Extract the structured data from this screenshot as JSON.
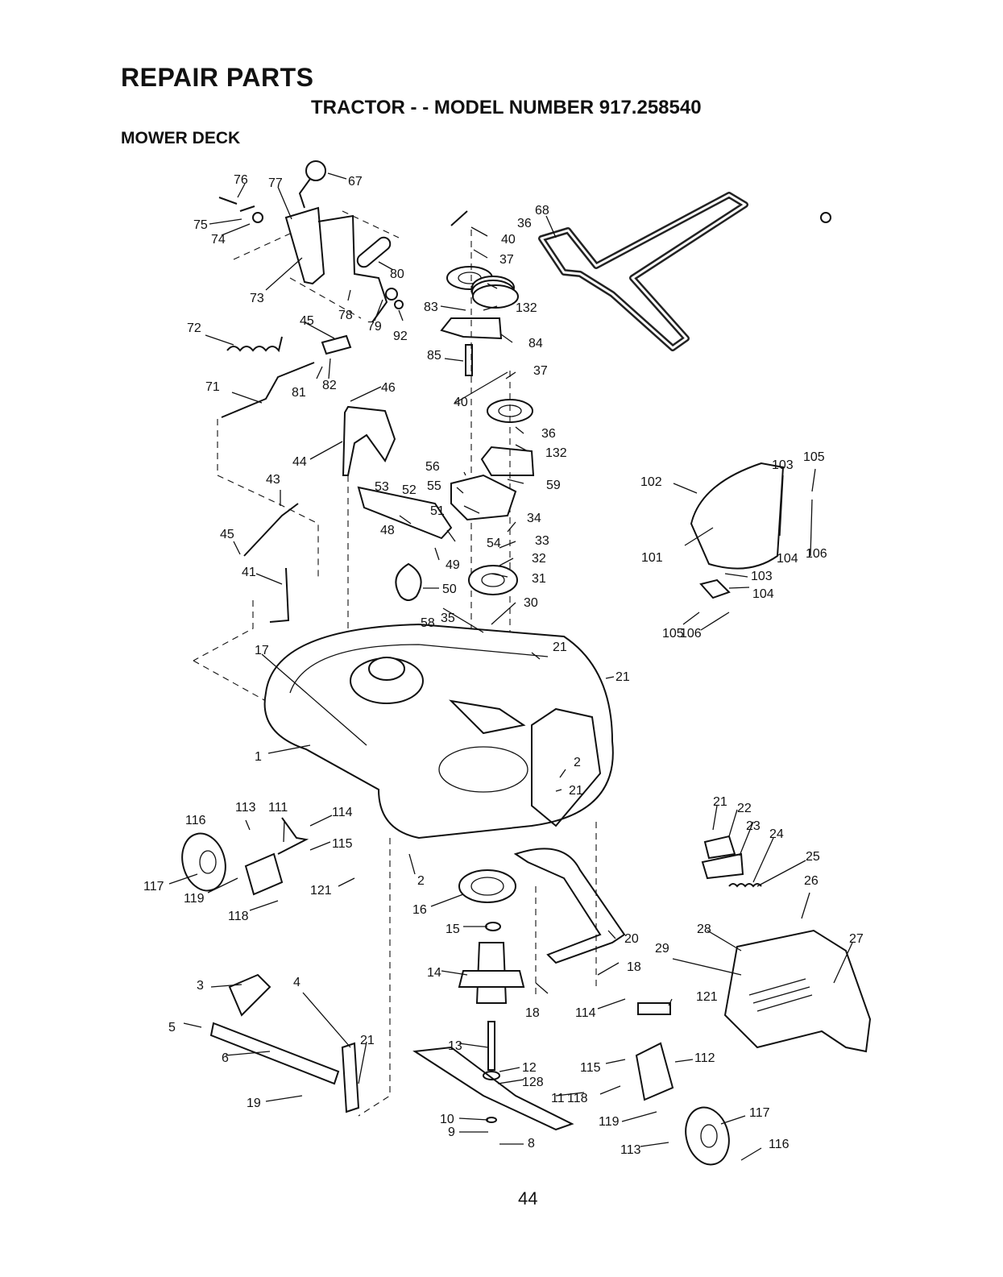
{
  "header": {
    "title": "REPAIR PARTS",
    "subtitle": "TRACTOR - - MODEL NUMBER 917.258540",
    "section": "MOWER DECK"
  },
  "footer": {
    "page_number": "44"
  },
  "callouts": [
    "76",
    "77",
    "67",
    "75",
    "74",
    "73",
    "80",
    "78",
    "79",
    "92",
    "72",
    "45",
    "81",
    "82",
    "71",
    "46",
    "44",
    "43",
    "45",
    "41",
    "17",
    "1",
    "68",
    "40",
    "37",
    "36",
    "83",
    "132",
    "84",
    "85",
    "37",
    "40",
    "36",
    "132",
    "56",
    "59",
    "55",
    "53",
    "52",
    "51",
    "34",
    "48",
    "54",
    "33",
    "32",
    "49",
    "50",
    "31",
    "58",
    "35",
    "30",
    "21",
    "21",
    "2",
    "21",
    "103",
    "105",
    "102",
    "104",
    "106",
    "101",
    "103",
    "104",
    "105",
    "106",
    "113",
    "111",
    "116",
    "114",
    "115",
    "117",
    "119",
    "121",
    "118",
    "2",
    "16",
    "15",
    "20",
    "14",
    "18",
    "18",
    "114",
    "121",
    "21",
    "22",
    "23",
    "24",
    "25",
    "26",
    "28",
    "27",
    "29",
    "3",
    "4",
    "5",
    "21",
    "6",
    "13",
    "12",
    "128",
    "115",
    "112",
    "11",
    "118",
    "19",
    "10",
    "9",
    "8",
    "119",
    "117",
    "113",
    "116"
  ]
}
